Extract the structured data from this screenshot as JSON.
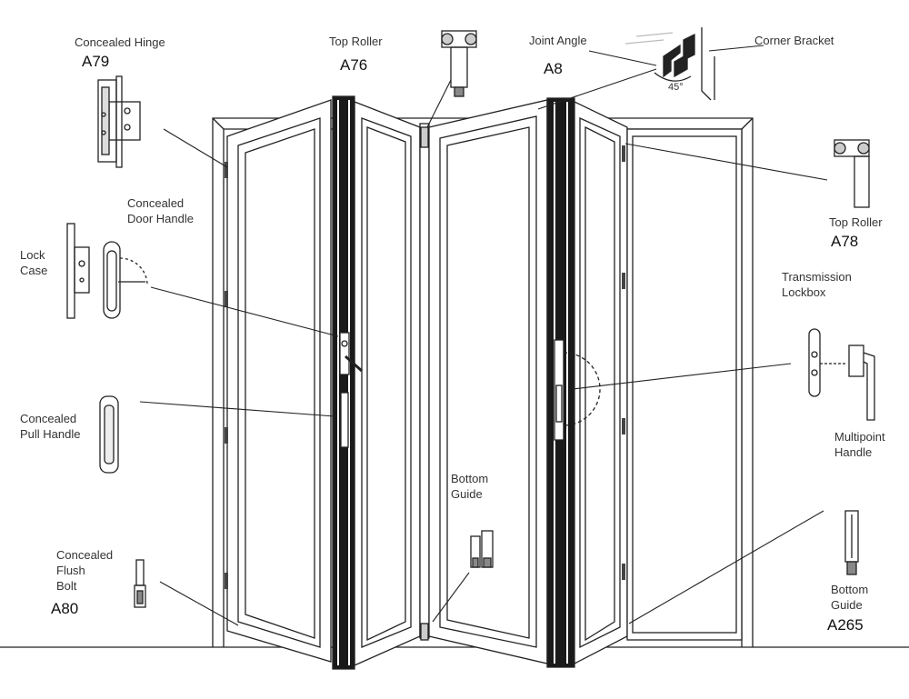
{
  "labels": {
    "concealed_hinge": "Concealed Hinge",
    "top_roller_1": "Top Roller",
    "joint_angle": "Joint Angle",
    "corner_bracket": "Corner Bracket",
    "concealed_door_handle": "Concealed\nDoor Handle",
    "top_roller_2": "Top Roller",
    "lock_case": "Lock\nCase",
    "transmission_lockbox": "Transmission\nLockbox",
    "concealed_pull_handle": "Concealed\nPull Handle",
    "multipoint_handle": "Multipoint\nHandle",
    "bottom_guide_1": "Bottom\nGuide",
    "concealed_flush_bolt": "Concealed\nFlush\nBolt",
    "bottom_guide_2": "Bottom\nGuide"
  },
  "codes": {
    "concealed_hinge": "A79",
    "top_roller_1": "A76",
    "joint_angle": "A8",
    "top_roller_2": "A78",
    "concealed_flush_bolt": "A80",
    "bottom_guide_2": "A265"
  },
  "angle_text": "45°",
  "colors": {
    "line": "#222222",
    "frame_fill": "#ffffff",
    "joint_fill": "#1a1a1a"
  }
}
